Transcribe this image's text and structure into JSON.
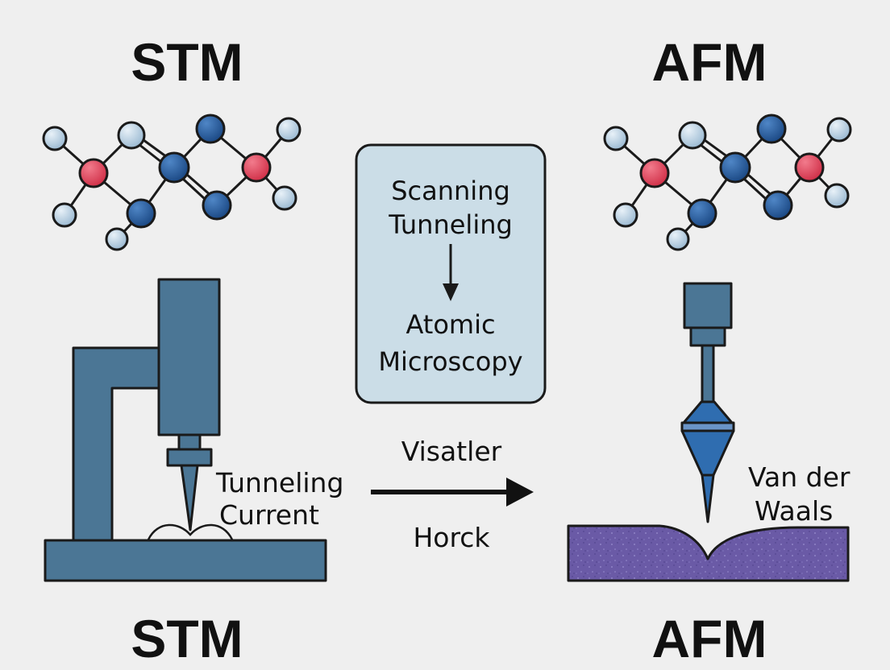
{
  "stm": {
    "title_top": "STM",
    "title_bottom": "STM",
    "label_line1": "Tunneling",
    "label_line2": "Current",
    "body_color": "#4b7695",
    "base_color": "#4b7695"
  },
  "afm": {
    "title_top": "AFM",
    "title_bottom": "AFM",
    "label_line1": "Van der",
    "label_line2": "Waals",
    "body_color": "#4b7695",
    "sample_color": "#6a5aa6"
  },
  "center_box": {
    "line1": "Scanning",
    "line2": "Tunneling",
    "line3": "Atomic",
    "line4": "Microscopy",
    "fill_color": "#cbdde7"
  },
  "arrow": {
    "label_above": "Visatler",
    "label_below": "Horck"
  },
  "molecule": {
    "red_atom_color": "#d1324a",
    "blue_atom_color": "#1f4f8e",
    "light_atom_color": "#a9c5dc"
  }
}
